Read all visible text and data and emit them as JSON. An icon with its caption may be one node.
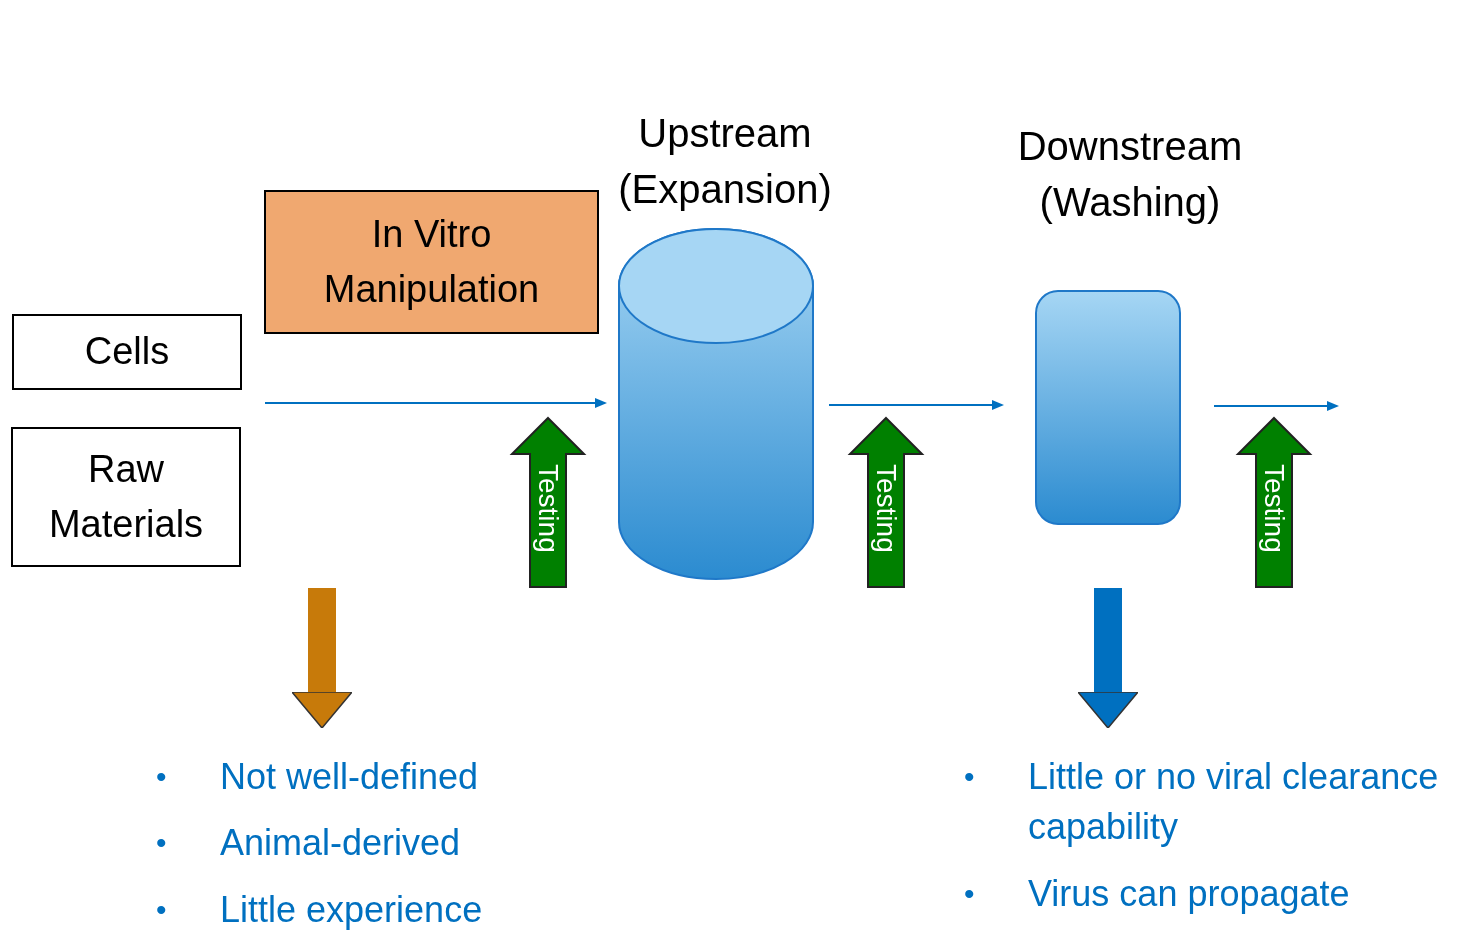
{
  "diagram": {
    "nodes": [
      {
        "text": [
          "Cells"
        ]
      },
      {
        "text": [
          "Raw Materials"
        ]
      },
      {
        "text": [
          "In Vitro Manipulation"
        ]
      },
      {
        "text": [
          "Upstream (Expansion)"
        ]
      },
      {
        "text": [
          "Downstream (Washing)"
        ]
      },
      {
        "text": [
          "Testing"
        ]
      },
      {
        "text": [
          "Testing"
        ]
      },
      {
        "text": [
          "Testing"
        ]
      },
      {
        "text": [
          "Not well-defined",
          "Animal-derived",
          "Little experience"
        ]
      },
      {
        "text": [
          "Little or no viral clearance capability",
          "Virus can propagate"
        ]
      }
    ],
    "edges": [
      {
        "from": null,
        "to": 3,
        "arrow": "to"
      },
      {
        "from": 3,
        "to": 4,
        "arrow": "to"
      },
      {
        "from": 4,
        "to": null,
        "arrow": "to"
      },
      {
        "from": null,
        "to": 8,
        "arrow": "to",
        "style": "thick",
        "color": "#c77a0a"
      },
      {
        "from": null,
        "to": 9,
        "arrow": "to",
        "style": "thick"
      }
    ],
    "labels": [
      "•",
      "•",
      "•",
      "•",
      "•"
    ]
  }
}
